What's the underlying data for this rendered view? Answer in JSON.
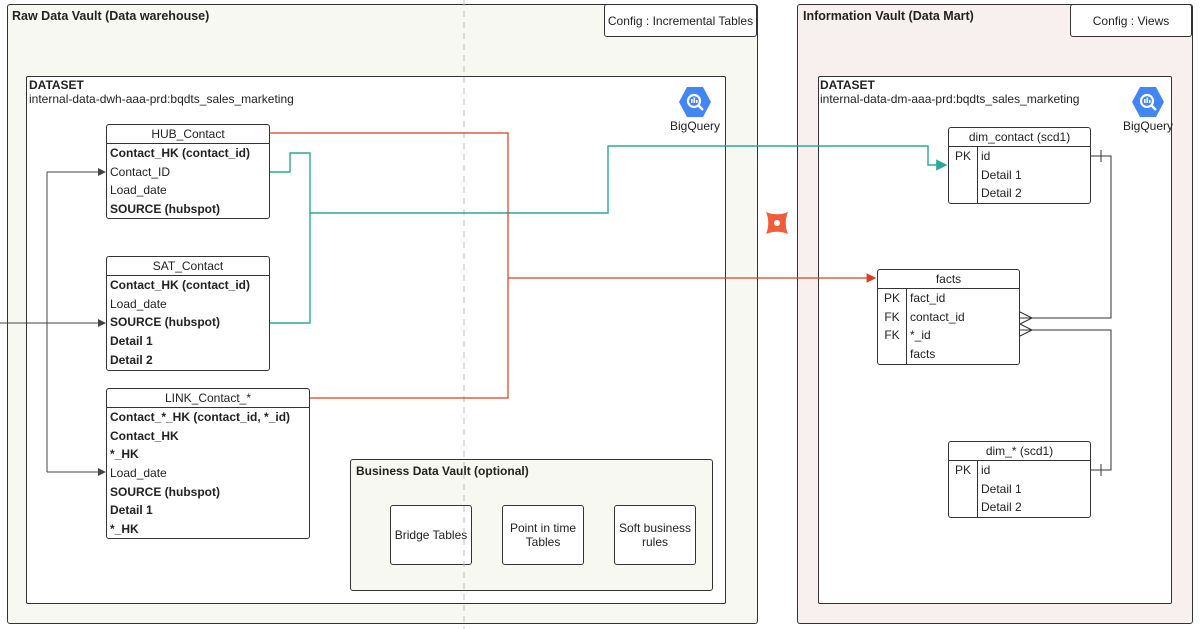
{
  "raw_zone": {
    "title": "Raw Data Vault (Data warehouse)",
    "config": "Config : Incremental Tables"
  },
  "info_zone": {
    "title": "Information Vault (Data Mart)",
    "config": "Config : Views"
  },
  "raw_dataset": {
    "title": "DATASET",
    "name": "internal-data-dwh-aaa-prd:bqdts_sales_marketing",
    "bigquery_label": "BigQuery"
  },
  "mart_dataset": {
    "title": "DATASET",
    "name": "internal-data-dm-aaa-prd:bqdts_sales_marketing",
    "bigquery_label": "BigQuery"
  },
  "hub_contact": {
    "title": "HUB_Contact",
    "rows": [
      "Contact_HK (contact_id)",
      "Contact_ID",
      "Load_date",
      "SOURCE (hubspot)"
    ]
  },
  "sat_contact": {
    "title": "SAT_Contact",
    "rows": [
      "Contact_HK (contact_id)",
      "Load_date",
      "SOURCE (hubspot)",
      "Detail 1",
      "Detail 2"
    ]
  },
  "link_contact": {
    "title": "LINK_Contact_*",
    "rows": [
      "Contact_*_HK (contact_id, *_id)",
      "Contact_HK",
      "*_HK",
      "Load_date",
      "SOURCE (hubspot)",
      "Detail 1",
      "*_HK"
    ]
  },
  "business_vault": {
    "title": "Business Data Vault (optional)",
    "cards": [
      "Bridge Tables",
      "Point in time Tables",
      "Soft business rules"
    ]
  },
  "dim_contact": {
    "title": "dim_contact (scd1)",
    "rows": [
      {
        "key": "PK",
        "field": "id"
      },
      {
        "key": "",
        "field": "Detail 1"
      },
      {
        "key": "",
        "field": "Detail 2"
      }
    ]
  },
  "facts": {
    "title": "facts",
    "rows": [
      {
        "key": "PK",
        "field": "fact_id"
      },
      {
        "key": "FK",
        "field": "contact_id"
      },
      {
        "key": "FK",
        "field": "*_id"
      },
      {
        "key": "",
        "field": "facts"
      }
    ]
  },
  "dim_star": {
    "title": "dim_* (scd1)",
    "rows": [
      {
        "key": "PK",
        "field": "id"
      },
      {
        "key": "",
        "field": "Detail 1"
      },
      {
        "key": "",
        "field": "Detail 2"
      }
    ]
  },
  "icons": {
    "bigquery": "bigquery-icon",
    "transform": "dbt-icon"
  },
  "colors": {
    "teal": "#2aa897",
    "red": "#d9401f",
    "bigquery_blue": "#4285f4"
  }
}
